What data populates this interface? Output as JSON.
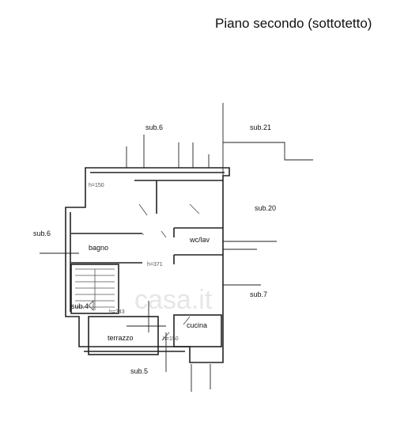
{
  "title": "Piano secondo (sottotetto)",
  "labels": {
    "sub6_top": "sub.6",
    "sub21": "sub.21",
    "sub20": "sub.20",
    "sub6_left": "sub.6",
    "sub7": "sub.7",
    "sub4": "sub.4",
    "sub5": "sub.5"
  },
  "rooms": {
    "bagno": "bagno",
    "wc_lav": "wc/lav",
    "cucina": "cucina",
    "terrazzo": "terrazzo"
  },
  "heights": {
    "h150_top": "h=150",
    "h371": "h=371",
    "h243": "h=243",
    "h150_bottom": "h=150"
  },
  "watermark": "casa.it"
}
